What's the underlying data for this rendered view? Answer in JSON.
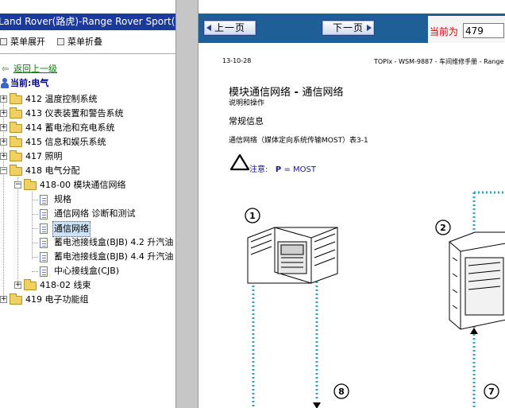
{
  "left_title": "Land Rover(路虎)-Range Rover Sport(揽胜)",
  "toolbar": {
    "expand_label": "菜单展开",
    "collapse_label": "菜单折叠"
  },
  "tree": {
    "back_label": "返回上一级",
    "current_label": "当前:电气",
    "items": [
      {
        "label": "412 温度控制系统"
      },
      {
        "label": "413 仪表装置和警告系统"
      },
      {
        "label": "414 蓄电池和充电系统"
      },
      {
        "label": "415 信息和娱乐系统"
      },
      {
        "label": "417 照明"
      },
      {
        "label": "418 电气分配"
      },
      {
        "label": "418-00 模块通信网络"
      },
      {
        "label": "规格"
      },
      {
        "label": "通信网络 诊断和测试"
      },
      {
        "label": "通信网络"
      },
      {
        "label": "蓄电池接线盒(BJB) 4.2 升汽油"
      },
      {
        "label": "蓄电池接线盒(BJB) 4.4 升汽油"
      },
      {
        "label": "中心接线盒(CJB)"
      },
      {
        "label": "418-02 线束"
      },
      {
        "label": "419 电子功能组"
      }
    ]
  },
  "nav": {
    "prev_label": "上一页",
    "next_label": "下一页",
    "current_page_label": "当前为",
    "current_page_value": "479"
  },
  "document": {
    "date": "13-10-28",
    "header": "TOPIx - WSM-9887 - 车间维修手册 - Range",
    "title_prefix": "模块通信网络",
    "title_sep": " - ",
    "title_suffix": "通信网络",
    "subtitle": "说明和操作",
    "section": "常规信息",
    "caption": "通信网络（媒体定向系统传输MOST）表3-1",
    "note_label": "注意:",
    "note_p": "P",
    "note_value": "= MOST",
    "callouts": [
      "1",
      "2",
      "7",
      "8"
    ]
  },
  "colors": {
    "title_bar": "#1c3a9c",
    "nav_bar": "#1e5f97",
    "link_green": "#008000",
    "current_red": "#d00000",
    "diagram_teal": "#2aa6b8"
  }
}
